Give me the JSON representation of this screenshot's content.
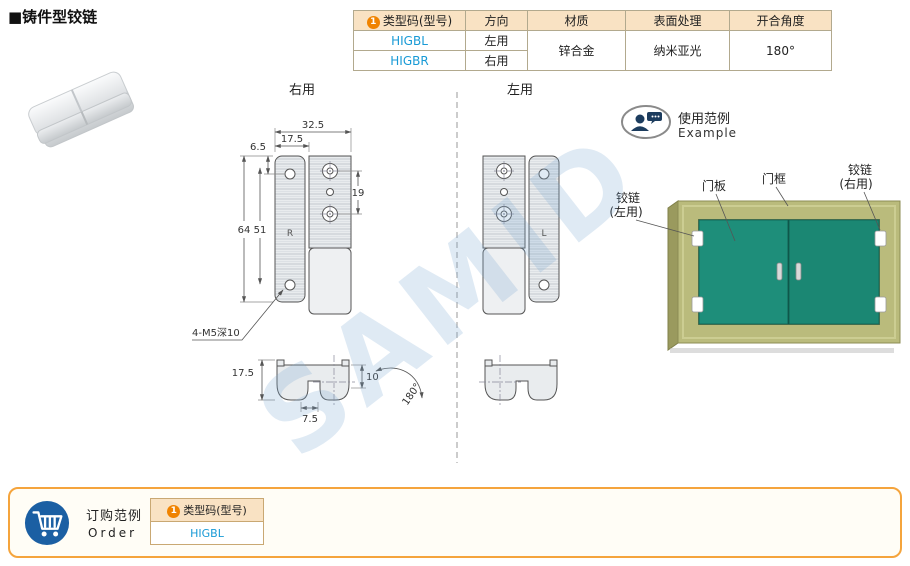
{
  "colors": {
    "accent_orange": "#f08300",
    "table_header_bg": "#f9e2c3",
    "model_blue": "#189ad6",
    "door_green": "#1e8e7a",
    "frame_olive": "#babb7c",
    "cart_blue": "#1b5fa3",
    "order_border_orange": "#f5a43c",
    "watermark_blue": "#78a8d2"
  },
  "page": {
    "title": "■铸件型铰链",
    "watermark": "SAMID"
  },
  "spec_table": {
    "col_type_icon": "1",
    "headers": {
      "type": "类型码(型号)",
      "direction": "方向",
      "material": "材质",
      "surface": "表面处理",
      "angle": "开合角度"
    },
    "rows": [
      {
        "model": "HIGBL",
        "direction": "左用"
      },
      {
        "model": "HIGBR",
        "direction": "右用"
      }
    ],
    "material": "锌合金",
    "surface": "纳米亚光",
    "angle": "180°"
  },
  "drawing": {
    "right_view_label": "右用",
    "left_view_label": "左用",
    "dims": {
      "overall_width": "32.5",
      "plate_width": "17.5",
      "hole_top_offset": "6.5",
      "hole_spacing": "19",
      "overall_height": "64",
      "plate_height": "51",
      "thread_note": "4-M5深10",
      "section_height": "17.5",
      "section_width": "7.5",
      "section_depth": "10",
      "open_angle": "180°",
      "right_mark": "R",
      "left_mark": "L"
    }
  },
  "example": {
    "title": "使用范例",
    "subtitle": "Example",
    "labels": {
      "hinge_left_line1": "铰链",
      "hinge_left_line2": "(左用)",
      "door_panel": "门板",
      "door_frame": "门框",
      "hinge_right_line1": "铰链",
      "hinge_right_line2": "(右用)"
    }
  },
  "order": {
    "title_cn": "订购范例",
    "title_en": "Order",
    "icon": "1",
    "header": "类型码(型号)",
    "value": "HIGBL"
  }
}
